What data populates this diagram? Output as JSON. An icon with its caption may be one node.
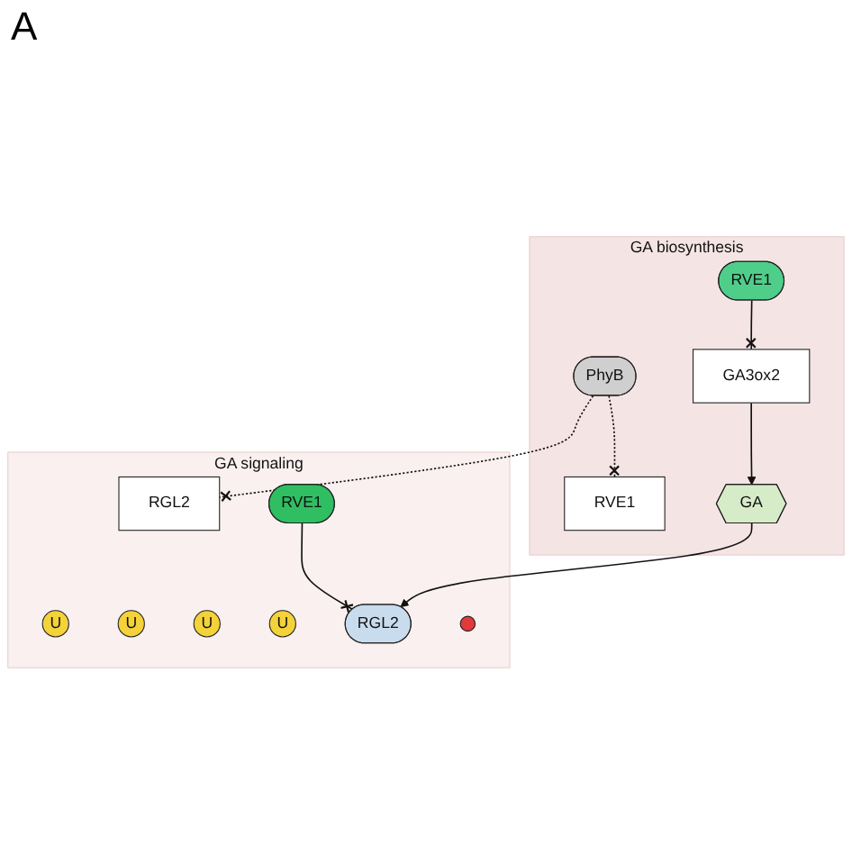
{
  "diagram": {
    "nodes": [
      {
        "text": [
          "GA biosynthesis"
        ]
      },
      {
        "text": [
          "PhyB"
        ],
        "in": 0
      },
      {
        "text": [
          "RVE1"
        ],
        "in": 0
      },
      {
        "text": [
          "RVE1"
        ],
        "in": 0
      },
      {
        "text": [
          "GA3ox2"
        ],
        "in": 0
      },
      {
        "text": [
          "GA"
        ],
        "in": 0
      },
      {
        "text": [
          "GA signaling"
        ]
      },
      {
        "text": [
          "RGL2"
        ],
        "in": 6
      },
      {
        "text": [
          "RVE1"
        ],
        "in": 6
      },
      {
        "text": [
          "U"
        ],
        "in": 6
      },
      {
        "text": [
          "U"
        ],
        "in": 6
      },
      {
        "text": [
          "U"
        ],
        "in": 6
      },
      {
        "text": [
          "U"
        ],
        "in": 6
      },
      {
        "text": [
          "RGL2"
        ],
        "in": 6
      },
      {
        "text": [],
        "shape": "circle",
        "in": 6
      }
    ],
    "edges": [
      {
        "from": 1,
        "to": 2,
        "arrow": "other",
        "style": "dashed"
      },
      {
        "from": 1,
        "to": 7,
        "arrow": "other",
        "style": "dashed"
      },
      {
        "from": 3,
        "to": 4,
        "arrow": "other"
      },
      {
        "from": 4,
        "to": 5,
        "arrow": "to"
      },
      {
        "from": 5,
        "to": 13,
        "arrow": "to"
      },
      {
        "from": 8,
        "to": 13,
        "arrow": "other"
      }
    ],
    "labels": [
      "A"
    ]
  }
}
